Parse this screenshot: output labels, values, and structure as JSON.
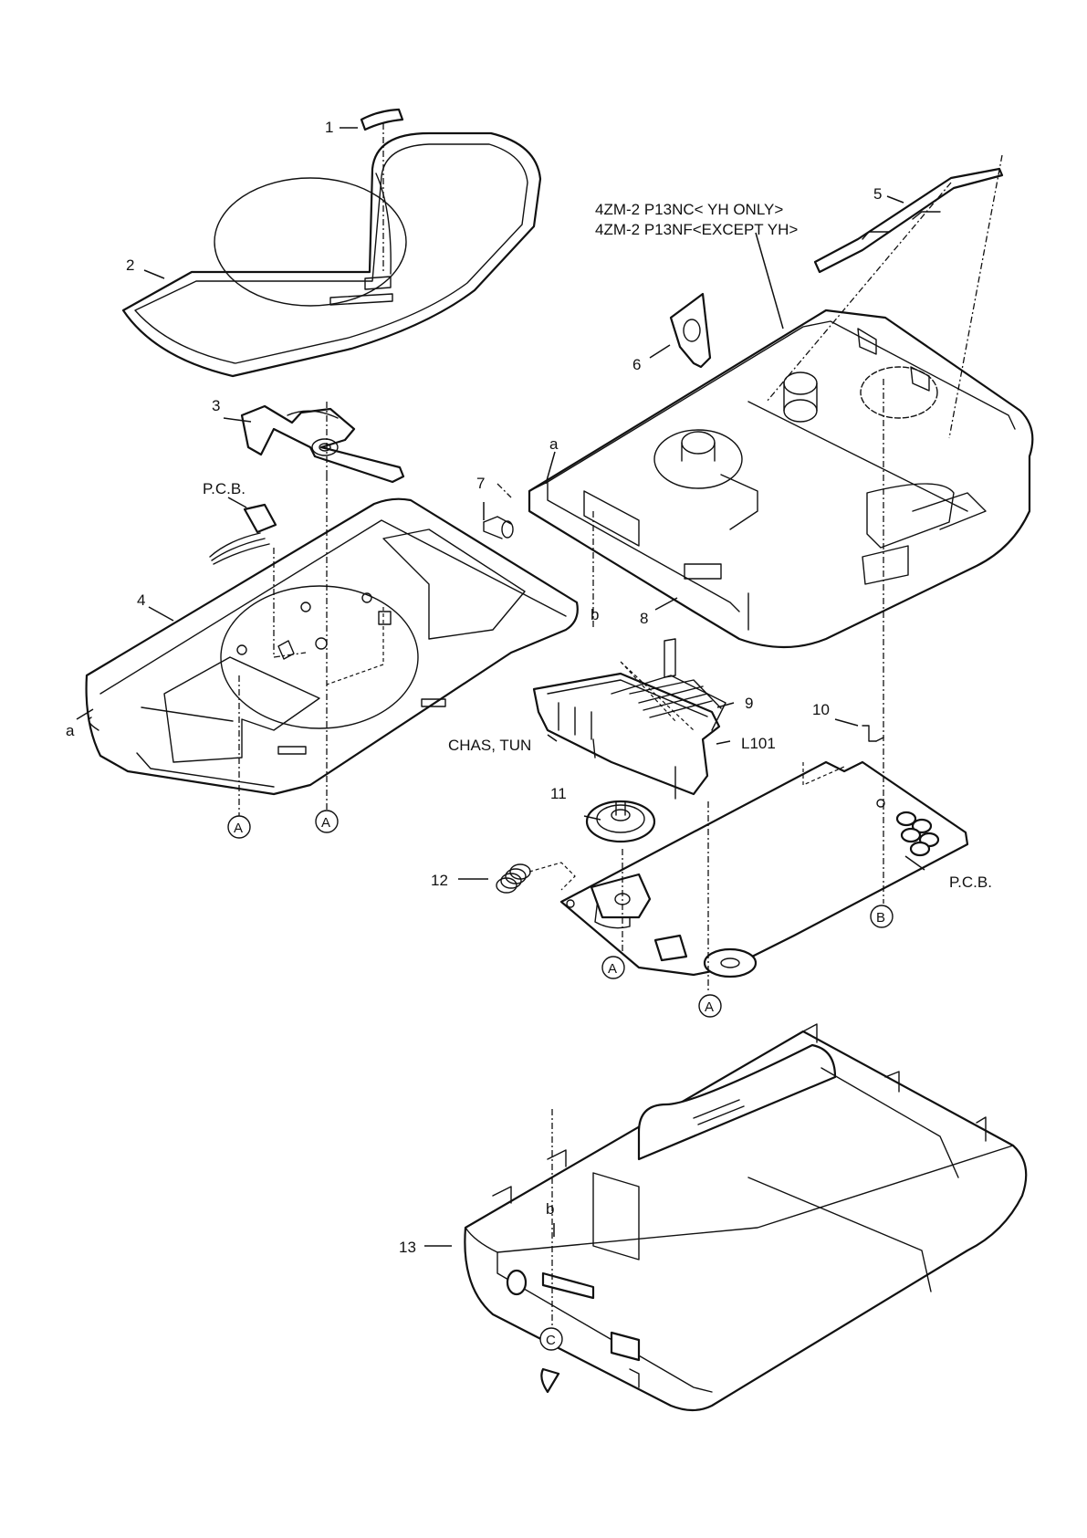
{
  "parts": {
    "p1": "1",
    "p2": "2",
    "p3": "3",
    "p4": "4",
    "p5": "5",
    "p6": "6",
    "p7": "7",
    "p8": "8",
    "p9": "9",
    "p10": "10",
    "p11": "11",
    "p12": "12",
    "p13": "13"
  },
  "labels": {
    "model_line1": "4ZM-2 P13NC< YH ONLY>",
    "model_line2": "4ZM-2 P13NF<EXCEPT YH>",
    "pcb_upper": "P.C.B.",
    "pcb_lower": "P.C.B.",
    "chas_tun": "CHAS, TUN",
    "l101": "L101",
    "a_left": "a",
    "a_top": "a",
    "b_mid": "b",
    "b_bottom": "b"
  },
  "refs": {
    "A": "A",
    "B": "B",
    "C": "C"
  }
}
